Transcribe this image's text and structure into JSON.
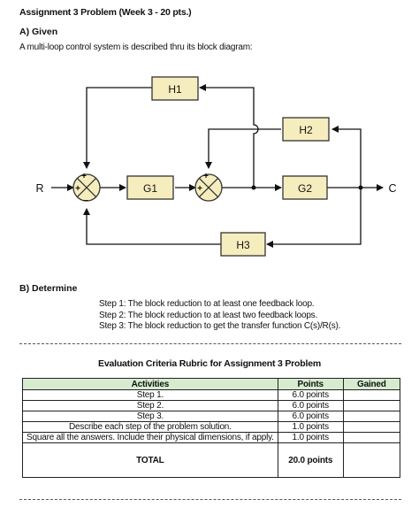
{
  "header": {
    "title": "Assignment 3 Problem (Week 3 - 20 pts.)",
    "section_a": "A) Given",
    "description": "A multi-loop control system is described thru its block diagram:"
  },
  "diagram": {
    "input_label": "R",
    "output_label": "C",
    "blocks": {
      "h1": "H1",
      "h2": "H2",
      "g1": "G1",
      "g2": "G2",
      "h3": "H3"
    },
    "junction_signs": {
      "plus": "+",
      "minus": "−"
    },
    "colors": {
      "block_fill": "#f6edbe",
      "block_border": "#333333",
      "line": "#111111"
    }
  },
  "determine": {
    "heading": "B) Determine",
    "steps": [
      "Step 1: The block reduction to at least one feedback loop.",
      "Step 2: The block reduction to at least two feedback loops.",
      "Step 3: The block reduction to get the transfer function C(s)/R(s)."
    ]
  },
  "rubric": {
    "title": "Evaluation Criteria Rubric for Assignment 3 Problem",
    "headers": {
      "activities": "Activities",
      "points": "Points",
      "gained": "Gained"
    },
    "rows": [
      {
        "activity": "Step 1.",
        "points": "6.0 points"
      },
      {
        "activity": "Step 2.",
        "points": "6.0 points"
      },
      {
        "activity": "Step 3.",
        "points": "6.0 points"
      },
      {
        "activity": "Describe each step of the problem solution.",
        "points": "1.0 points"
      },
      {
        "activity": "Square all the answers. Include their physical dimensions, if apply.",
        "points": "1.0 points"
      }
    ],
    "total": {
      "label": "TOTAL",
      "points": "20.0 points"
    },
    "header_color": "#d6eccf"
  }
}
